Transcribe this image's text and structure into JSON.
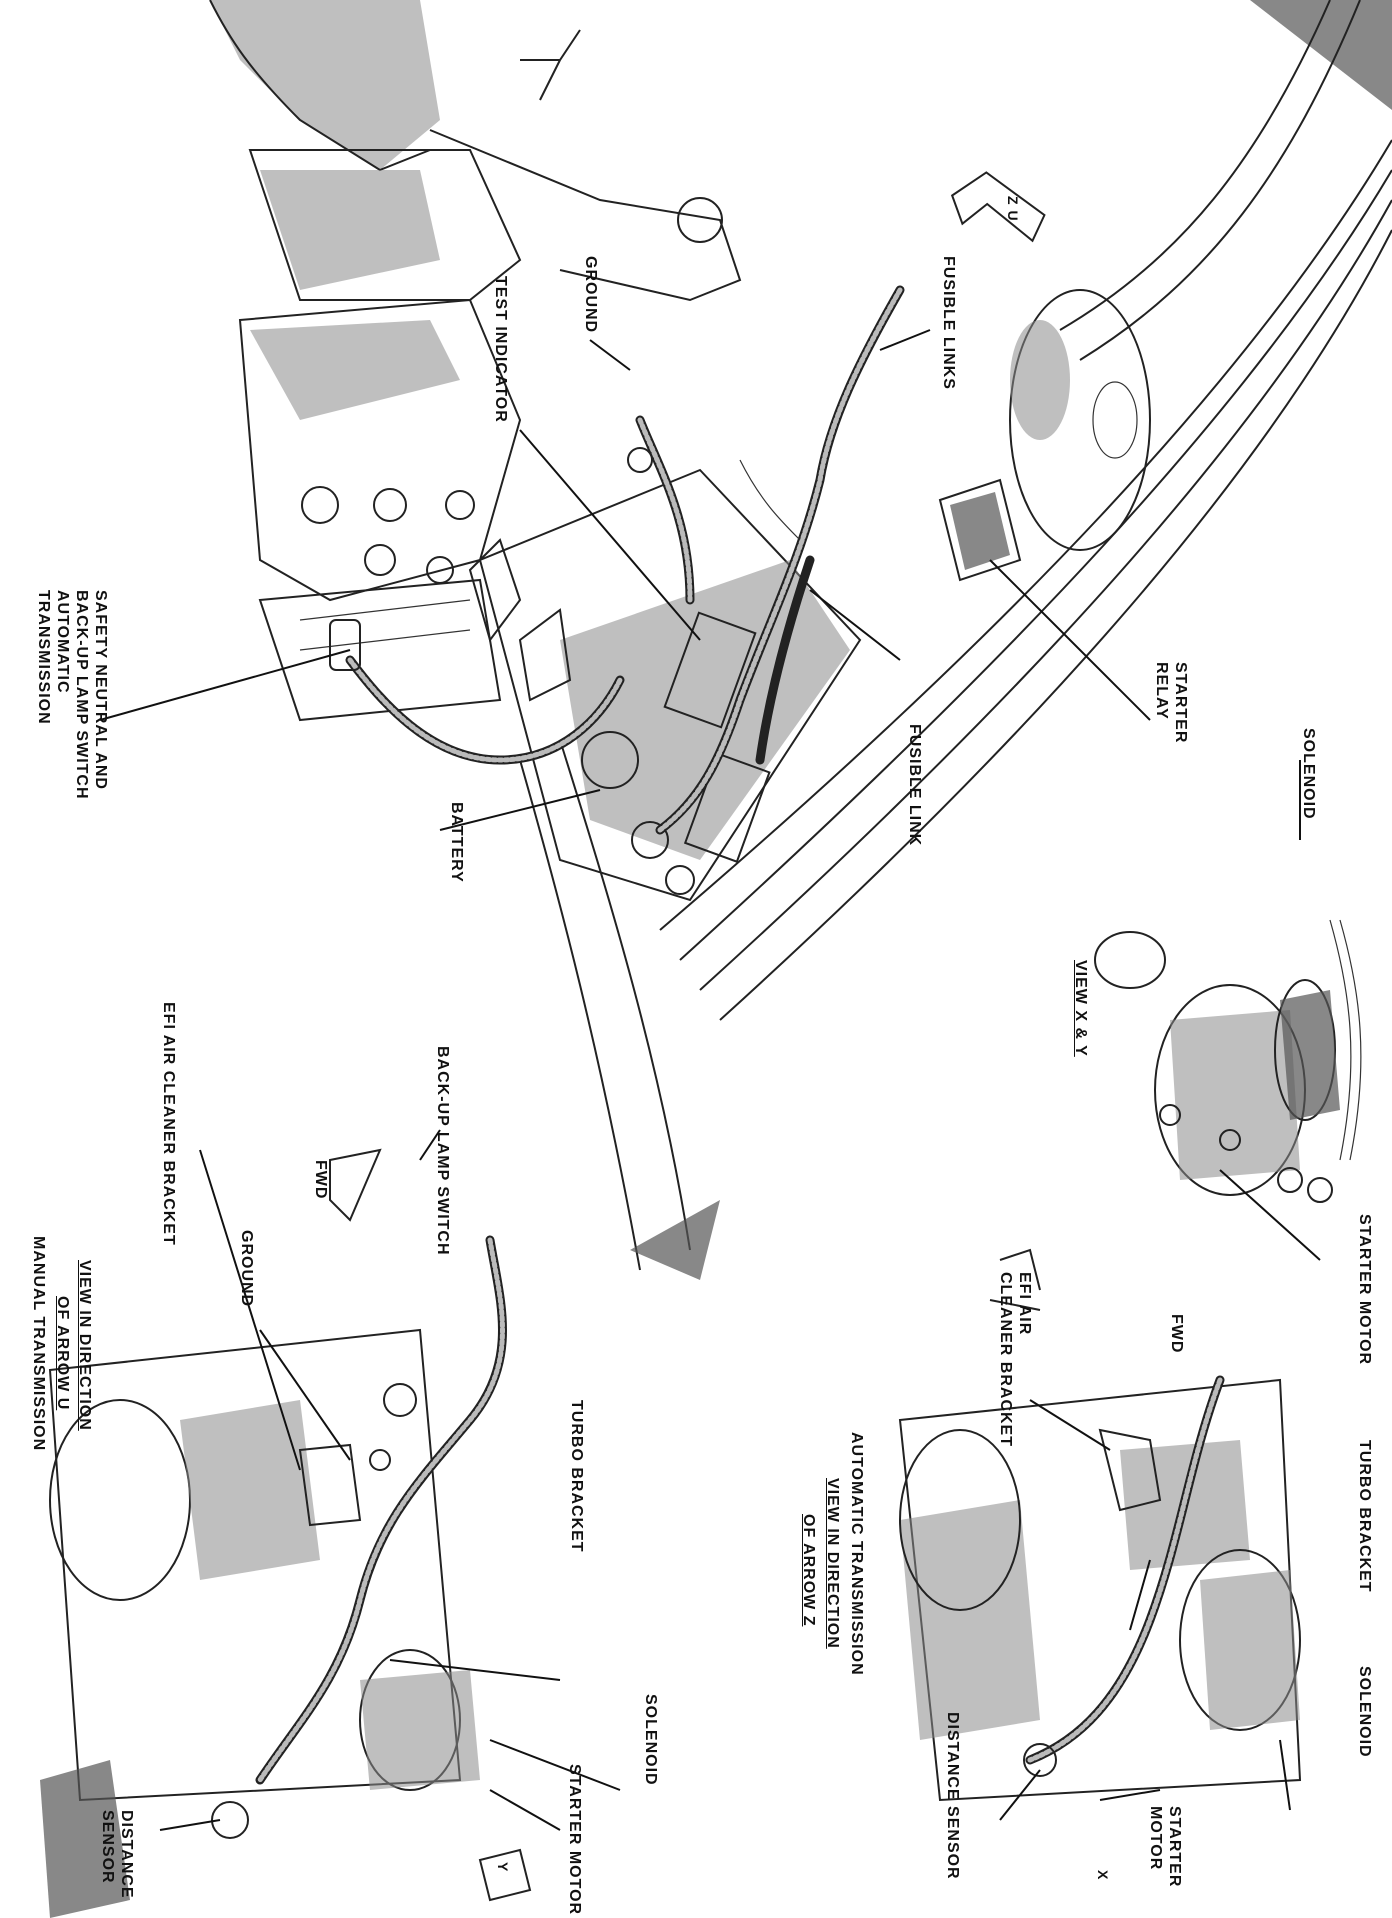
{
  "main_view": {
    "labels": {
      "fusible_links": "FUSIBLE LINKS",
      "ground": "GROUND",
      "test_indicator": "TEST INDICATOR",
      "starter_relay": "STARTER\nRELAY",
      "solenoid": "SOLENOID",
      "fusible_link": "FUSIBLE LINK",
      "safety_switch": "SAFETY NEUTRAL AND\nBACK-UP LAMP SWITCH\nAUTOMATIC\nTRANSMISSION",
      "battery": "BATTERY"
    },
    "arrow_zu": "Z U"
  },
  "view_xy": {
    "title": "VIEW X & Y",
    "starter_motor": "STARTER MOTOR"
  },
  "view_z": {
    "fwd": "FWD",
    "efi_bracket": "EFI AIR\nCLEANER BRACKET",
    "turbo_bracket": "TURBO BRACKET",
    "title_line1": "AUTOMATIC TRANSMISSION",
    "title_line2": "VIEW IN DIRECTION",
    "title_line3": "OF ARROW Z",
    "solenoid": "SOLENOID",
    "distance_sensor": "DISTANCE SENSOR",
    "starter_motor": "STARTER\nMOTOR",
    "arrow_x": "X"
  },
  "view_u": {
    "backup_switch": "BACK-UP LAMP SWITCH",
    "efi_bracket": "EFI AIR CLEANER BRACKET",
    "fwd": "FWD",
    "ground": "GROUND",
    "title_line1": "VIEW IN DIRECTION",
    "title_line2": "OF ARROW U",
    "title_line3": "MANUAL TRANSMISSION",
    "turbo_bracket": "TURBO BRACKET",
    "solenoid": "SOLENOID",
    "starter_motor": "STARTER MOTOR",
    "distance_sensor": "DISTANCE\nSENSOR",
    "arrow_y": "Y"
  }
}
